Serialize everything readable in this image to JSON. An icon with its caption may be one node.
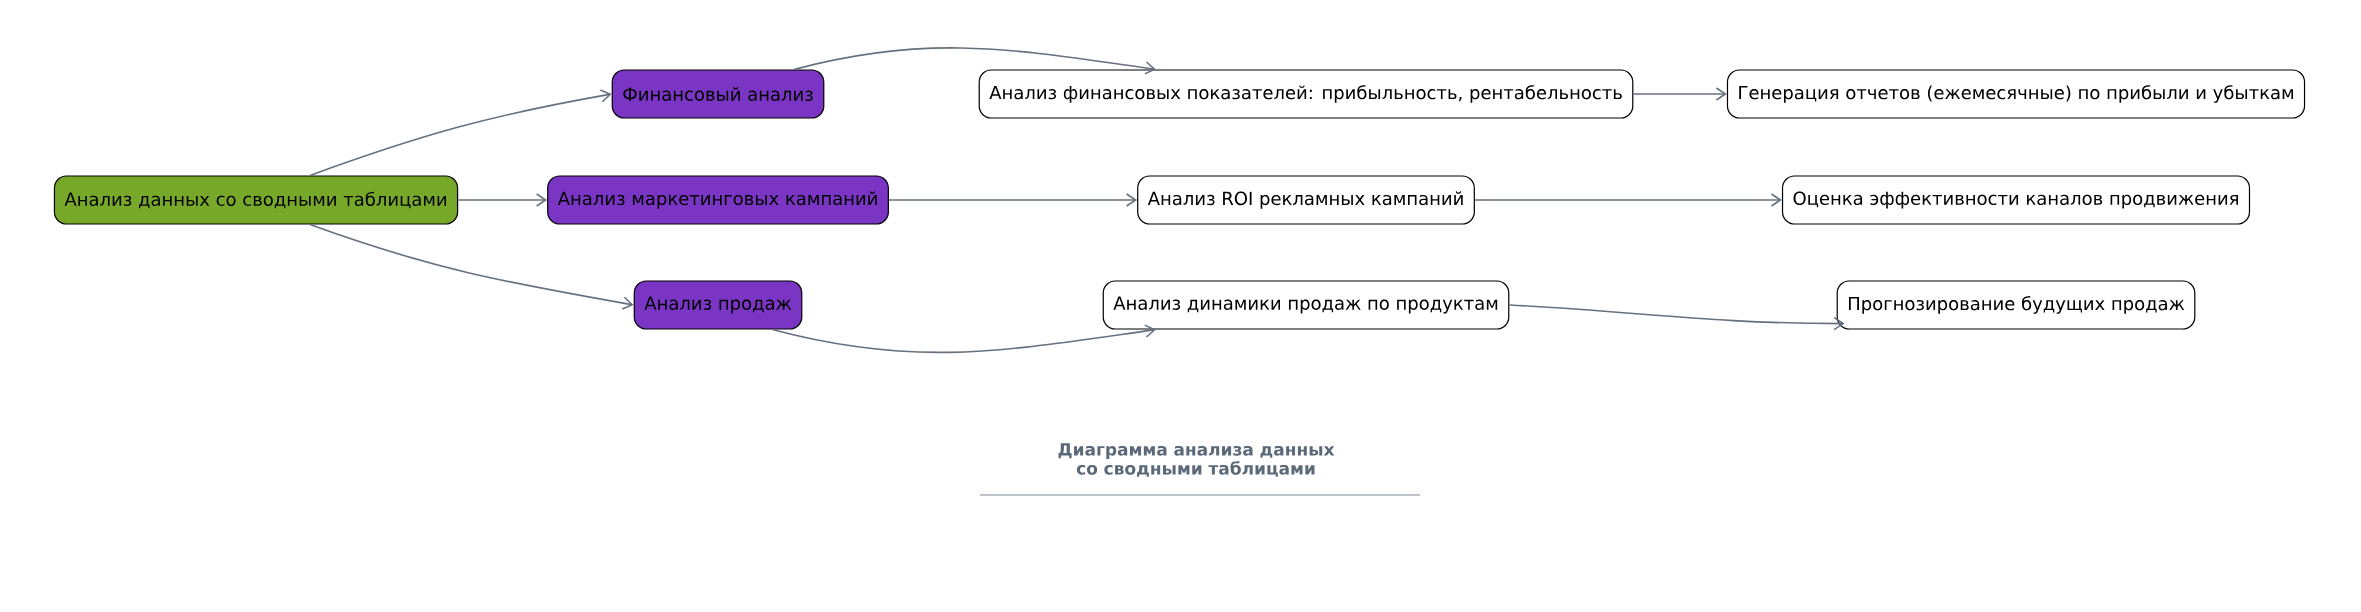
{
  "diagram": {
    "caption": "Диаграмма анализа данных со сводными таблицами",
    "nodes": [
      {
        "text": [
          "Анализ данных со сводными таблицами"
        ]
      },
      {
        "text": [
          "Финансовый анализ"
        ]
      },
      {
        "text": [
          "Анализ маркетинговых кампаний"
        ]
      },
      {
        "text": [
          "Анализ продаж"
        ]
      },
      {
        "text": [
          "Анализ финансовых показателей: прибыльность, рентабельность"
        ]
      },
      {
        "text": [
          "Генерация отчетов (ежемесячные) по прибыли и убыткам"
        ]
      },
      {
        "text": [
          "Анализ ROI рекламных кампаний"
        ]
      },
      {
        "text": [
          "Оценка эффективности каналов продвижения"
        ]
      },
      {
        "text": [
          "Анализ динамики продаж по продуктам"
        ]
      },
      {
        "text": [
          "Прогнозирование будущих продаж"
        ]
      }
    ],
    "edges": [
      {
        "from": 0,
        "to": 1,
        "arrow": "to"
      },
      {
        "from": 0,
        "to": 2,
        "arrow": "to"
      },
      {
        "from": 0,
        "to": 3,
        "arrow": "to"
      },
      {
        "from": 1,
        "to": 4,
        "arrow": "to"
      },
      {
        "from": 2,
        "to": 6,
        "arrow": "to"
      },
      {
        "from": 3,
        "to": 8,
        "arrow": "to"
      },
      {
        "from": 4,
        "to": 5,
        "arrow": "to"
      },
      {
        "from": 6,
        "to": 7,
        "arrow": "to"
      },
      {
        "from": 8,
        "to": 9,
        "arrow": "to"
      }
    ]
  }
}
